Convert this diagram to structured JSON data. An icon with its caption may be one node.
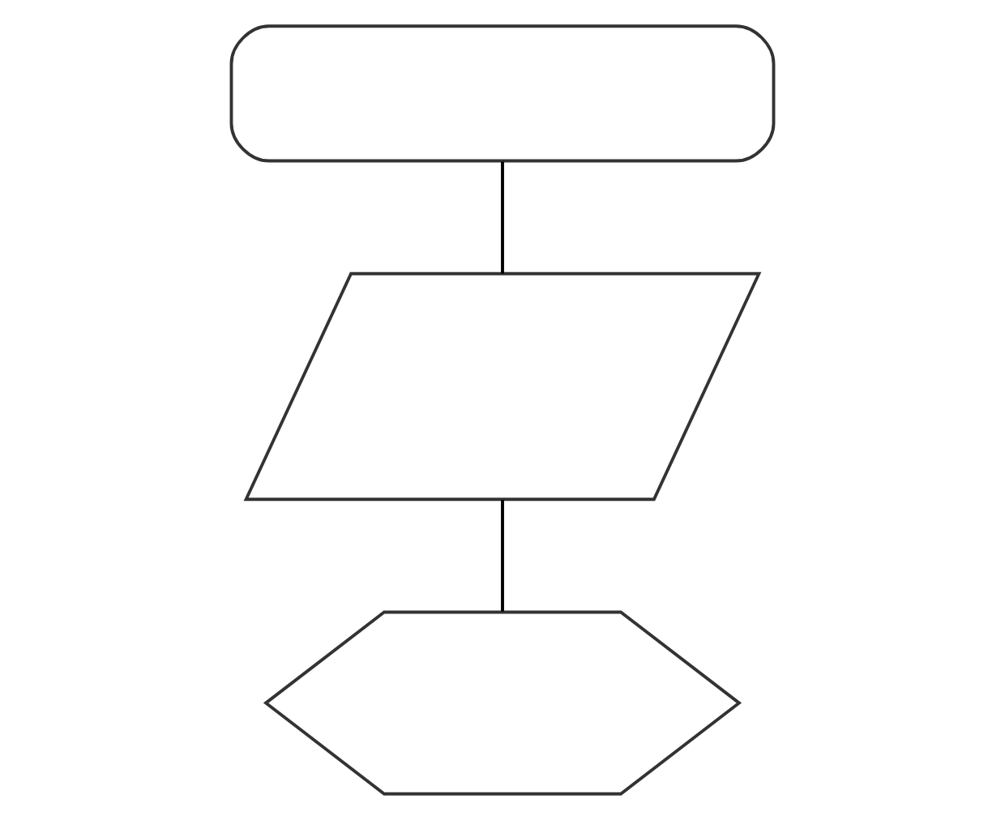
{
  "diagram": {
    "nodes": [
      {
        "text": [],
        "shape": "stadium"
      },
      {
        "text": [],
        "shape": "parallelogram"
      },
      {
        "text": [],
        "shape": "hexagon"
      }
    ],
    "edges": [
      {
        "from": 0,
        "to": 1,
        "arrow": "none"
      },
      {
        "from": 1,
        "to": 2,
        "arrow": "none"
      }
    ]
  }
}
